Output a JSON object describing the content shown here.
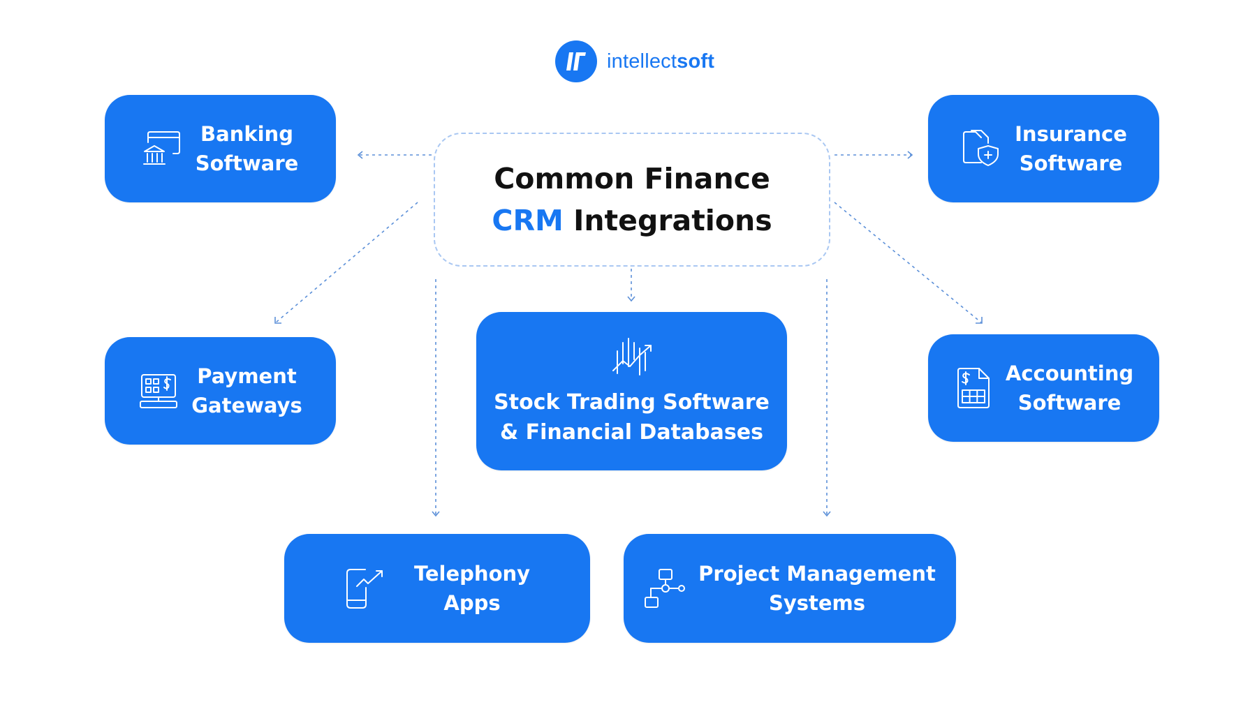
{
  "brand": {
    "name_light": "intellect",
    "name_bold": "soft",
    "mark_icon": "intellectsoft-logo-icon",
    "color": "#1877f2"
  },
  "title": {
    "line1": "Common Finance",
    "accent": "CRM",
    "line2_rest": " Integrations"
  },
  "colors": {
    "accent": "#1877f2",
    "card_bg": "#1877f2",
    "connector": "#5b8fd8",
    "title_text": "#111111"
  },
  "nodes": {
    "banking": {
      "line1": "Banking",
      "line2": "Software",
      "icon": "bank-icon"
    },
    "insurance": {
      "line1": "Insurance",
      "line2": "Software",
      "icon": "insurance-shield-icon"
    },
    "payment": {
      "line1": "Payment",
      "line2": "Gateways",
      "icon": "payment-terminal-icon"
    },
    "stock": {
      "line1": "Stock Trading Software",
      "line2": "& Financial Databases",
      "icon": "stock-chart-icon"
    },
    "accounting": {
      "line1": "Accounting",
      "line2": "Software",
      "icon": "spreadsheet-dollar-icon"
    },
    "telephony": {
      "line1": "Telephony",
      "line2": "Apps",
      "icon": "phone-trend-icon"
    },
    "project": {
      "line1": "Project Management",
      "line2": "Systems",
      "icon": "workflow-icon"
    }
  }
}
